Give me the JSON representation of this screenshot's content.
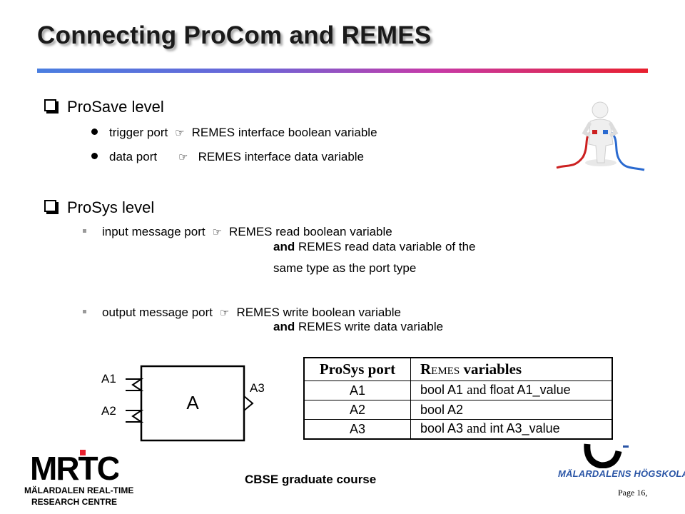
{
  "slide": {
    "title": "Connecting ProCom and REMES",
    "accent_gradient": [
      "#4a7ee0",
      "#e8202e"
    ]
  },
  "prosave": {
    "heading": "ProSave level",
    "items": [
      {
        "left": "trigger port",
        "right": "REMES  interface boolean variable"
      },
      {
        "left": "data port",
        "right": "REMES  interface data variable"
      }
    ]
  },
  "prosys": {
    "heading": "ProSys level",
    "input": {
      "left": "input message port",
      "right": "REMES read boolean variable",
      "cont1_bold": "and",
      "cont1_rest": " REMES read data variable of the",
      "cont2": "same type as the port type"
    },
    "output": {
      "left": "output message port",
      "right": "REMES write boolean variable",
      "cont1_bold": "and",
      "cont1_rest": " REMES write data variable"
    }
  },
  "arrow_glyph": "☞",
  "diagram": {
    "component": "A",
    "ports": [
      "A1",
      "A2",
      "A3"
    ]
  },
  "table": {
    "header_port": "ProSys port",
    "header_vars_cap": "R",
    "header_vars_small": "EMES",
    "header_vars_rest": " variables",
    "rows": [
      {
        "port": "A1",
        "v1": "bool A1",
        "mid": "and",
        "v2": "float A1_value"
      },
      {
        "port": "A2",
        "v1": "bool A2",
        "mid": "",
        "v2": ""
      },
      {
        "port": "A3",
        "v1": "bool A3",
        "mid": "and",
        "v2": "int A3_value"
      }
    ]
  },
  "footer": {
    "course": "CBSE graduate course",
    "page": "Page 16,"
  },
  "logos": {
    "mrtc_mark": "MRTC",
    "mrtc_line1": "MÄLARDALEN REAL-TIME",
    "mrtc_line2": "RESEARCH CENTRE",
    "mdh_name": "MÄLARDALENS HÖGSKOLA"
  }
}
